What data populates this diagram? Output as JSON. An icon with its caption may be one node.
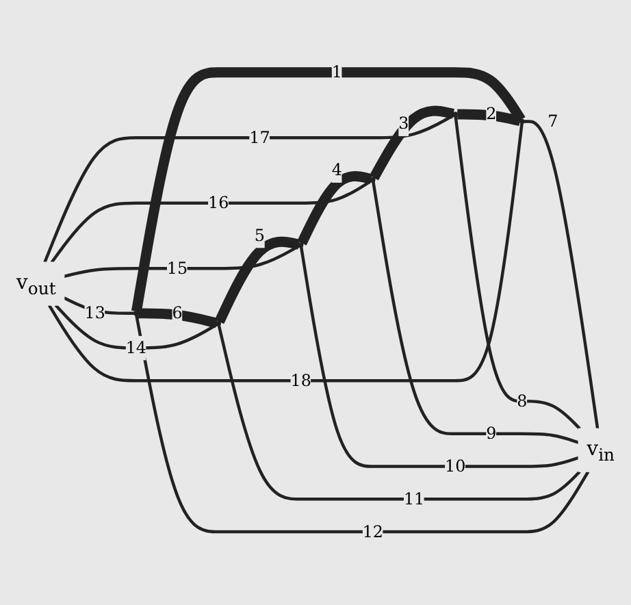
{
  "diagram": {
    "nodes": [
      {
        "text": [],
        "shape": "circle"
      },
      {
        "text": [],
        "shape": "circle"
      },
      {
        "text": [],
        "shape": "circle"
      },
      {
        "text": [],
        "shape": "circle"
      },
      {
        "text": [],
        "shape": "circle"
      },
      {
        "text": [],
        "shape": "circle"
      },
      {
        "text": [
          "v$_{out}$"
        ]
      },
      {
        "text": [
          "v$_{in}$"
        ]
      }
    ],
    "edges": [
      {
        "from": 0,
        "to": 5,
        "arrow": "none",
        "label": "1",
        "style": "thick"
      },
      {
        "from": 4,
        "to": 5,
        "arrow": "none",
        "label": "2",
        "style": "thick"
      },
      {
        "from": 3,
        "to": 4,
        "arrow": "none",
        "label": "3",
        "style": "thick"
      },
      {
        "from": 2,
        "to": 3,
        "arrow": "none",
        "label": "4",
        "style": "thick"
      },
      {
        "from": 1,
        "to": 2,
        "arrow": "none",
        "label": "5",
        "style": "thick"
      },
      {
        "from": 0,
        "to": 1,
        "arrow": "none",
        "label": "6",
        "style": "thick"
      },
      {
        "from": 5,
        "to": 7,
        "arrow": "none",
        "label": "7"
      },
      {
        "from": 4,
        "to": 7,
        "arrow": "none",
        "label": "8"
      },
      {
        "from": 3,
        "to": 7,
        "arrow": "none",
        "label": "9"
      },
      {
        "from": 2,
        "to": 7,
        "arrow": "none",
        "label": "10"
      },
      {
        "from": 1,
        "to": 7,
        "arrow": "none",
        "label": "11"
      },
      {
        "from": 0,
        "to": 7,
        "arrow": "none",
        "label": "12"
      },
      {
        "from": 6,
        "to": 0,
        "arrow": "none",
        "label": "13"
      },
      {
        "from": 6,
        "to": 1,
        "arrow": "none",
        "label": "14"
      },
      {
        "from": 6,
        "to": 2,
        "arrow": "none",
        "label": "15"
      },
      {
        "from": 6,
        "to": 3,
        "arrow": "none",
        "label": "16"
      },
      {
        "from": 6,
        "to": 4,
        "arrow": "none",
        "label": "17"
      },
      {
        "from": 6,
        "to": 5,
        "arrow": "none",
        "label": "18"
      }
    ]
  }
}
